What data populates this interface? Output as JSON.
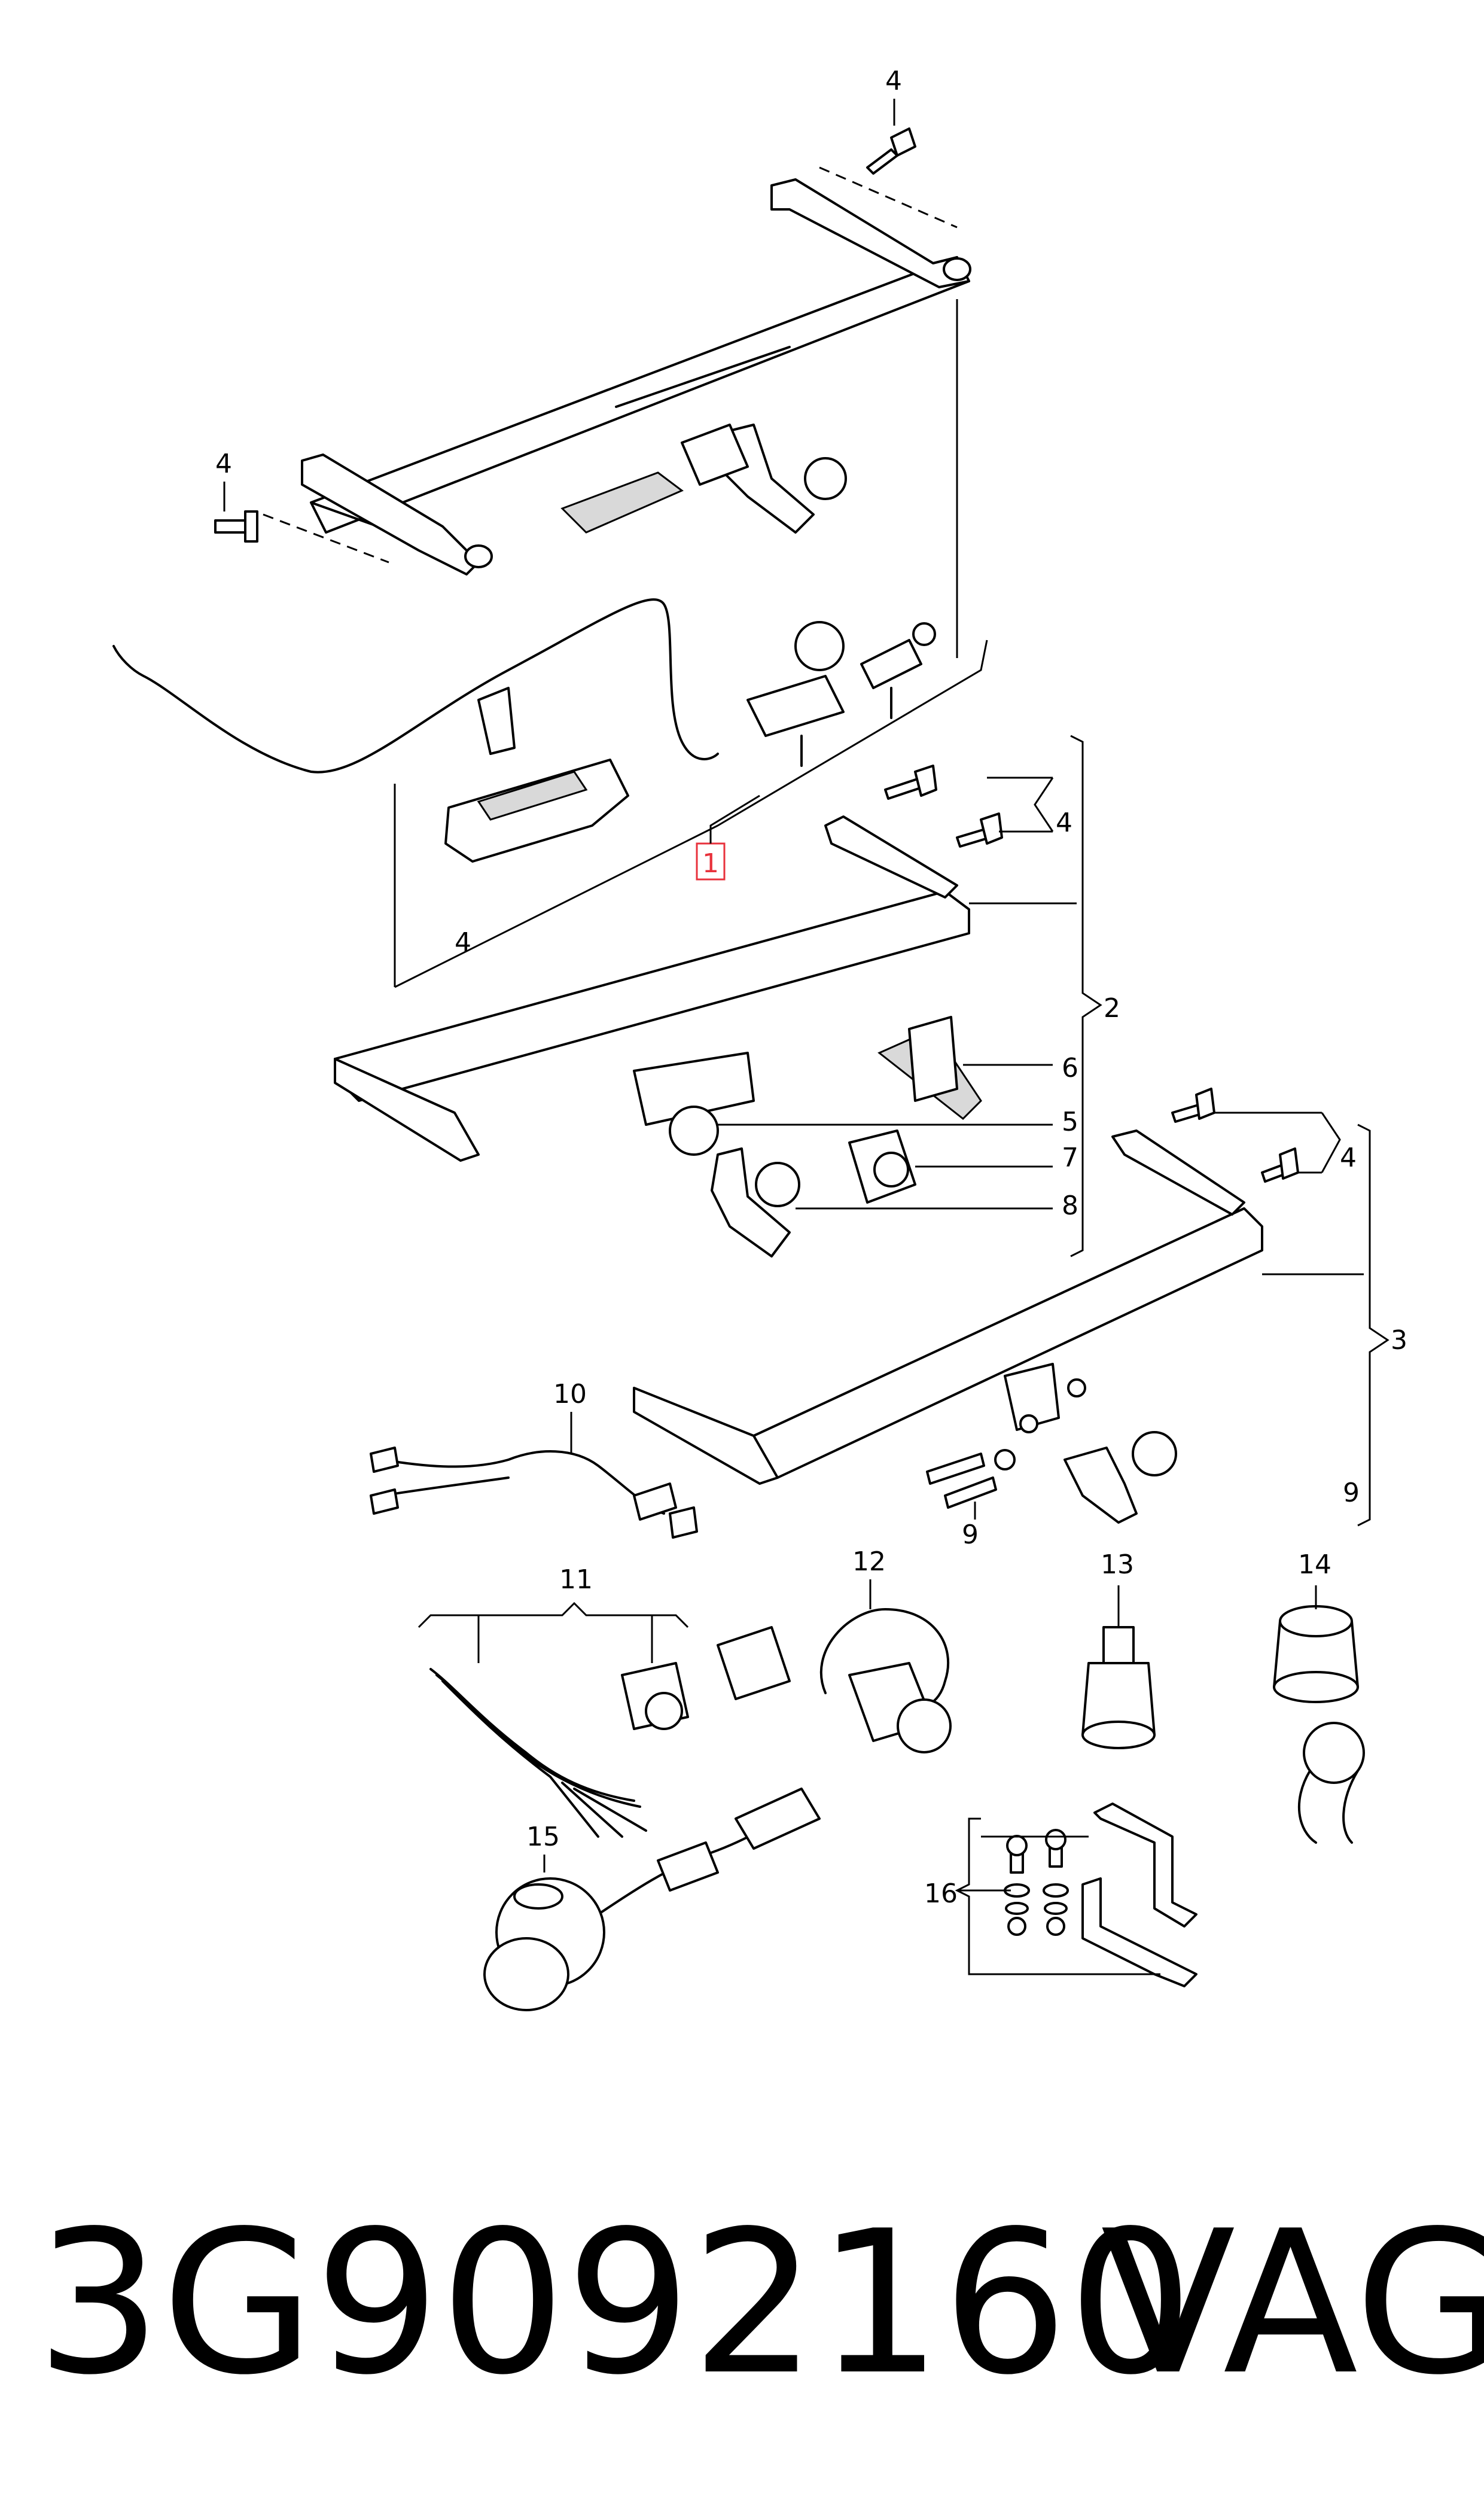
{
  "diagram": {
    "callouts": {
      "c1": "1",
      "c2": "2",
      "c3": "3",
      "c4a": "4",
      "c4b": "4",
      "c4c": "4",
      "c4d": "4",
      "c4e": "4",
      "c5": "5",
      "c6": "6",
      "c7": "7",
      "c8": "8",
      "c9a": "9",
      "c9b": "9",
      "c10": "10",
      "c11": "11",
      "c12": "12",
      "c13": "13",
      "c14": "14",
      "c15": "15",
      "c16": "16"
    },
    "highlight_color": "#e8323c"
  },
  "footer": {
    "part_number": "3G9092160",
    "brand": "VAG"
  }
}
